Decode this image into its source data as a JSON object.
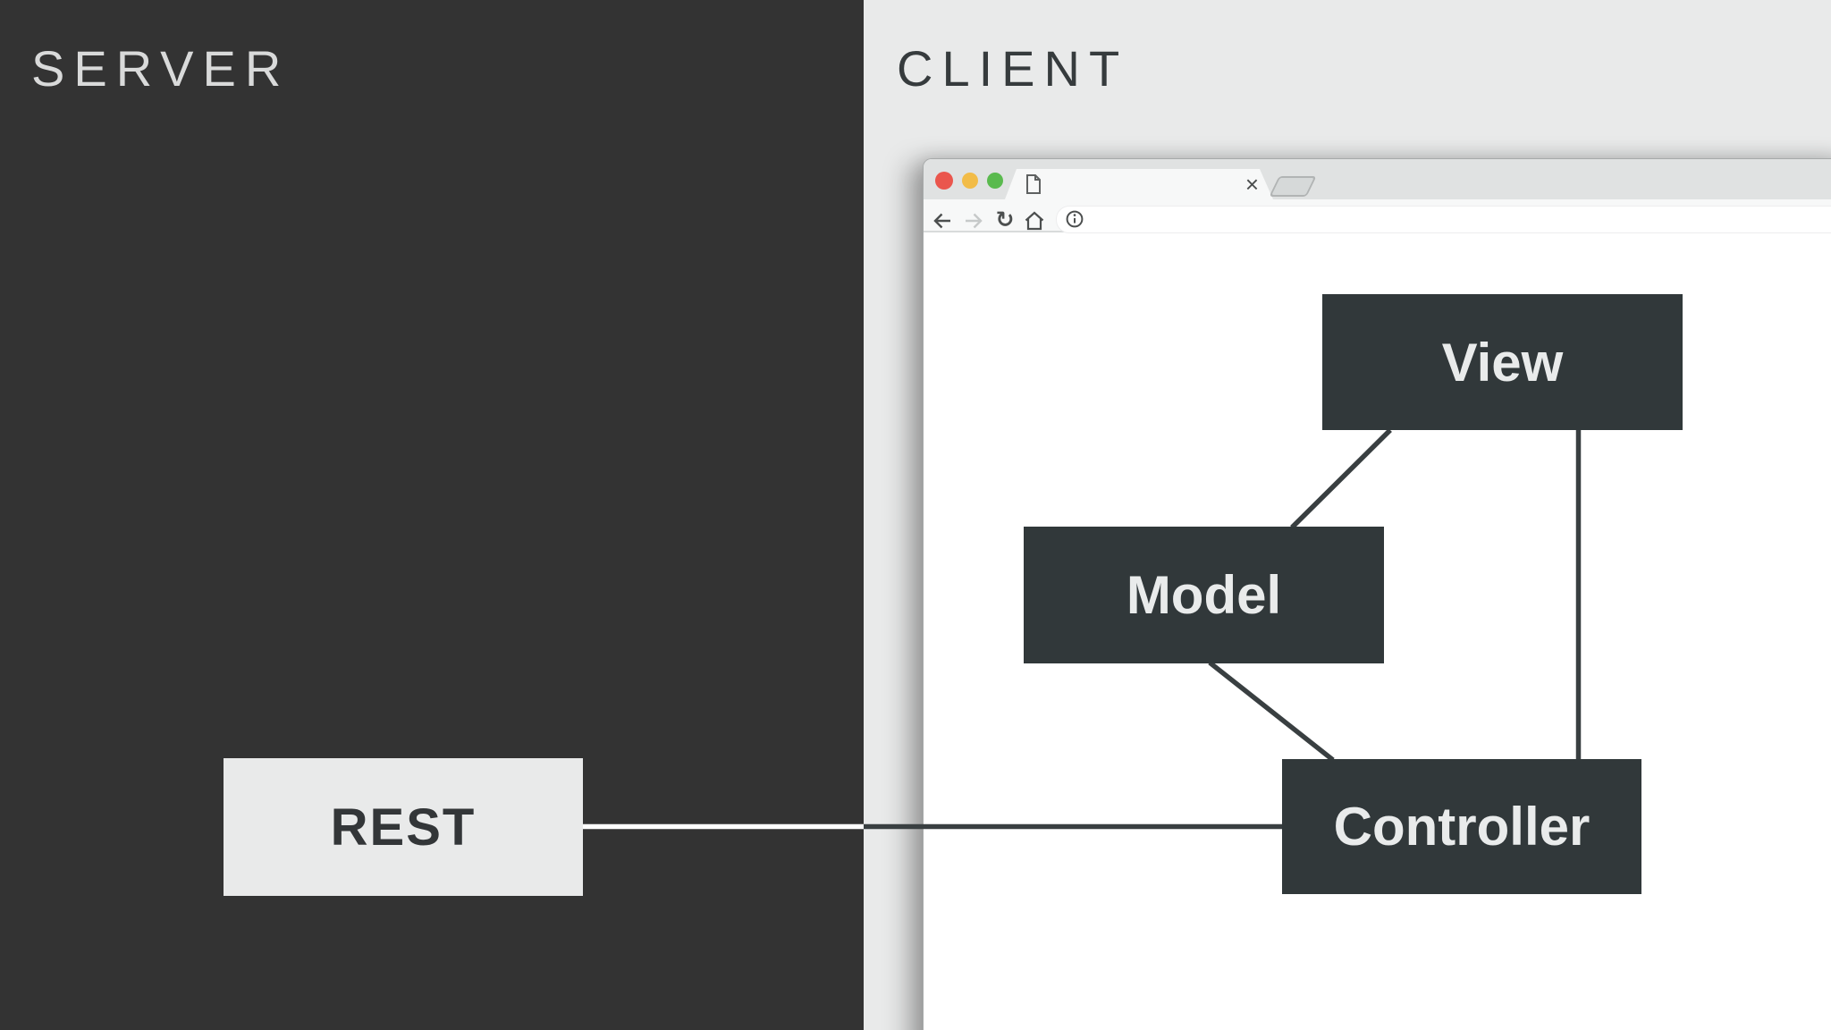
{
  "panels": {
    "server": {
      "label": "SERVER"
    },
    "client": {
      "label": "CLIENT"
    }
  },
  "browser": {
    "traffic_lights": {
      "close_color": "#ea564d",
      "minimize_color": "#f2bc48",
      "zoom_color": "#5aba4e"
    },
    "tab": {
      "title": "",
      "favicon": "blank-page-icon",
      "close_glyph": "×"
    },
    "toolbar": {
      "icons": [
        "back-arrow",
        "forward-arrow",
        "reload",
        "home"
      ],
      "reload_glyph": "↻",
      "forward_disabled": true
    },
    "url_bar": {
      "value": "",
      "placeholder": "",
      "leading_icon": "page-info-icon"
    }
  },
  "diagram": {
    "nodes": {
      "view": {
        "label": "View"
      },
      "model": {
        "label": "Model"
      },
      "controller": {
        "label": "Controller"
      },
      "rest": {
        "label": "REST"
      }
    },
    "edges": [
      {
        "from": "view",
        "to": "model"
      },
      {
        "from": "model",
        "to": "controller"
      },
      {
        "from": "view",
        "to": "controller"
      },
      {
        "from": "rest",
        "to": "controller"
      }
    ],
    "colors": {
      "server_panel": "#333333",
      "client_panel": "#e9eaea",
      "node_dark_fill": "#31383a",
      "node_light_fill": "#e9eaea",
      "edge_dark": "#393f41",
      "edge_light": "#ffffff"
    }
  }
}
